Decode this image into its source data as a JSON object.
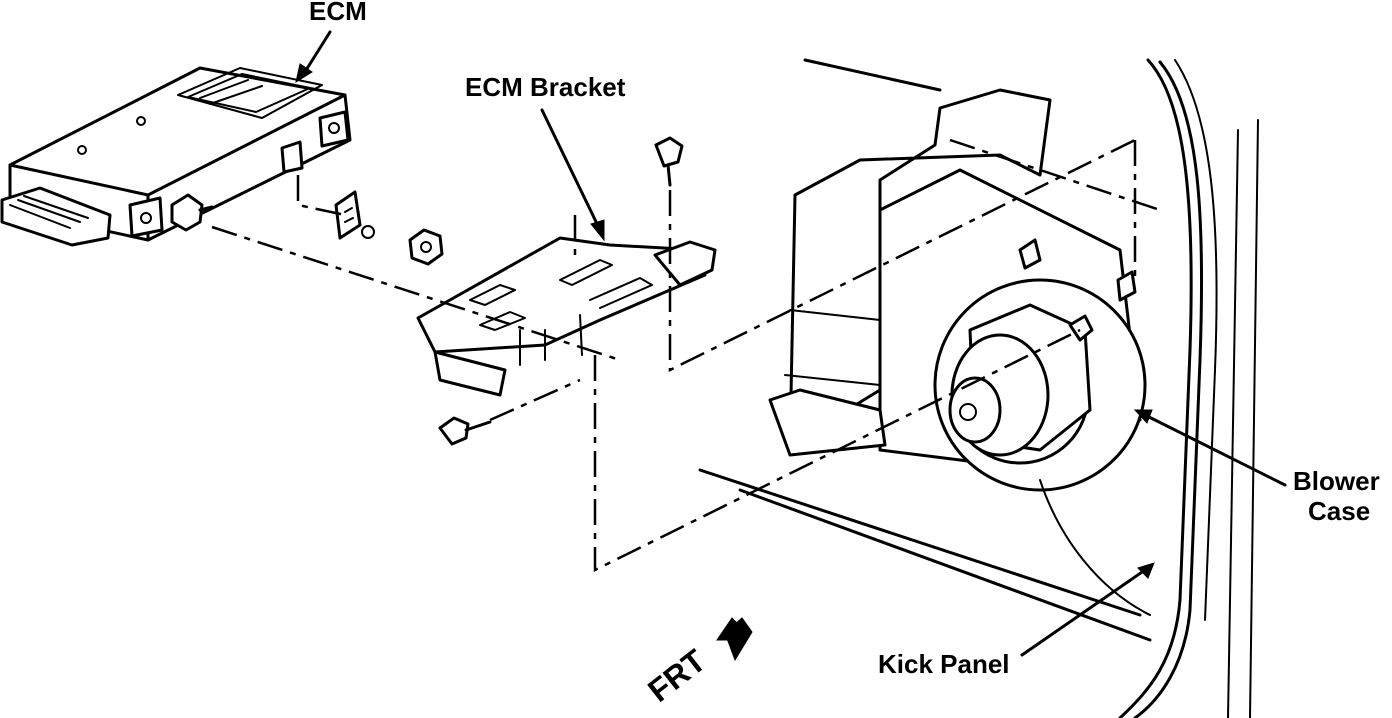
{
  "labels": {
    "ecm": "ECM",
    "ecm_bracket": "ECM Bracket",
    "blower_case_line1": "Blower",
    "blower_case_line2": "Case",
    "kick_panel": "Kick Panel",
    "front": "FRT"
  },
  "colors": {
    "ink": "#000000",
    "paper": "#ffffff"
  }
}
